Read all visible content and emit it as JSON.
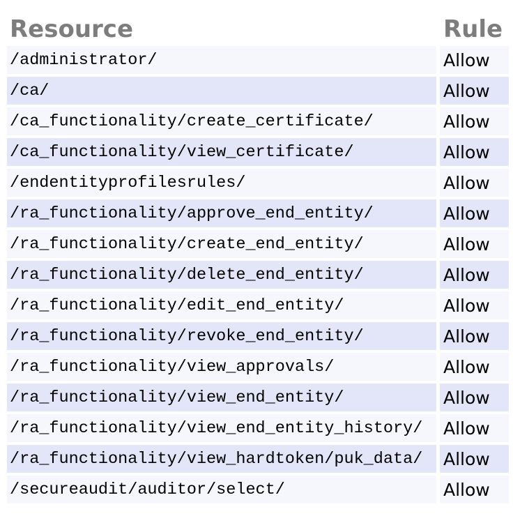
{
  "colors": {
    "row_light": "#f6f7fc",
    "row_dark": "#e2e6f8",
    "header_text": "#7d7d7d",
    "cell_text": "#000000",
    "background": "#ffffff"
  },
  "table": {
    "headers": {
      "resource": "Resource",
      "rule": "Rule"
    },
    "rows": [
      {
        "resource": "/administrator/",
        "rule": "Allow"
      },
      {
        "resource": "/ca/",
        "rule": "Allow"
      },
      {
        "resource": "/ca_functionality/create_certificate/",
        "rule": "Allow"
      },
      {
        "resource": "/ca_functionality/view_certificate/",
        "rule": "Allow"
      },
      {
        "resource": "/endentityprofilesrules/",
        "rule": "Allow"
      },
      {
        "resource": "/ra_functionality/approve_end_entity/",
        "rule": "Allow"
      },
      {
        "resource": "/ra_functionality/create_end_entity/",
        "rule": "Allow"
      },
      {
        "resource": "/ra_functionality/delete_end_entity/",
        "rule": "Allow"
      },
      {
        "resource": "/ra_functionality/edit_end_entity/",
        "rule": "Allow"
      },
      {
        "resource": "/ra_functionality/revoke_end_entity/",
        "rule": "Allow"
      },
      {
        "resource": "/ra_functionality/view_approvals/",
        "rule": "Allow"
      },
      {
        "resource": "/ra_functionality/view_end_entity/",
        "rule": "Allow"
      },
      {
        "resource": "/ra_functionality/view_end_entity_history/",
        "rule": "Allow"
      },
      {
        "resource": "/ra_functionality/view_hardtoken/puk_data/",
        "rule": "Allow"
      },
      {
        "resource": "/secureaudit/auditor/select/",
        "rule": "Allow"
      }
    ]
  }
}
